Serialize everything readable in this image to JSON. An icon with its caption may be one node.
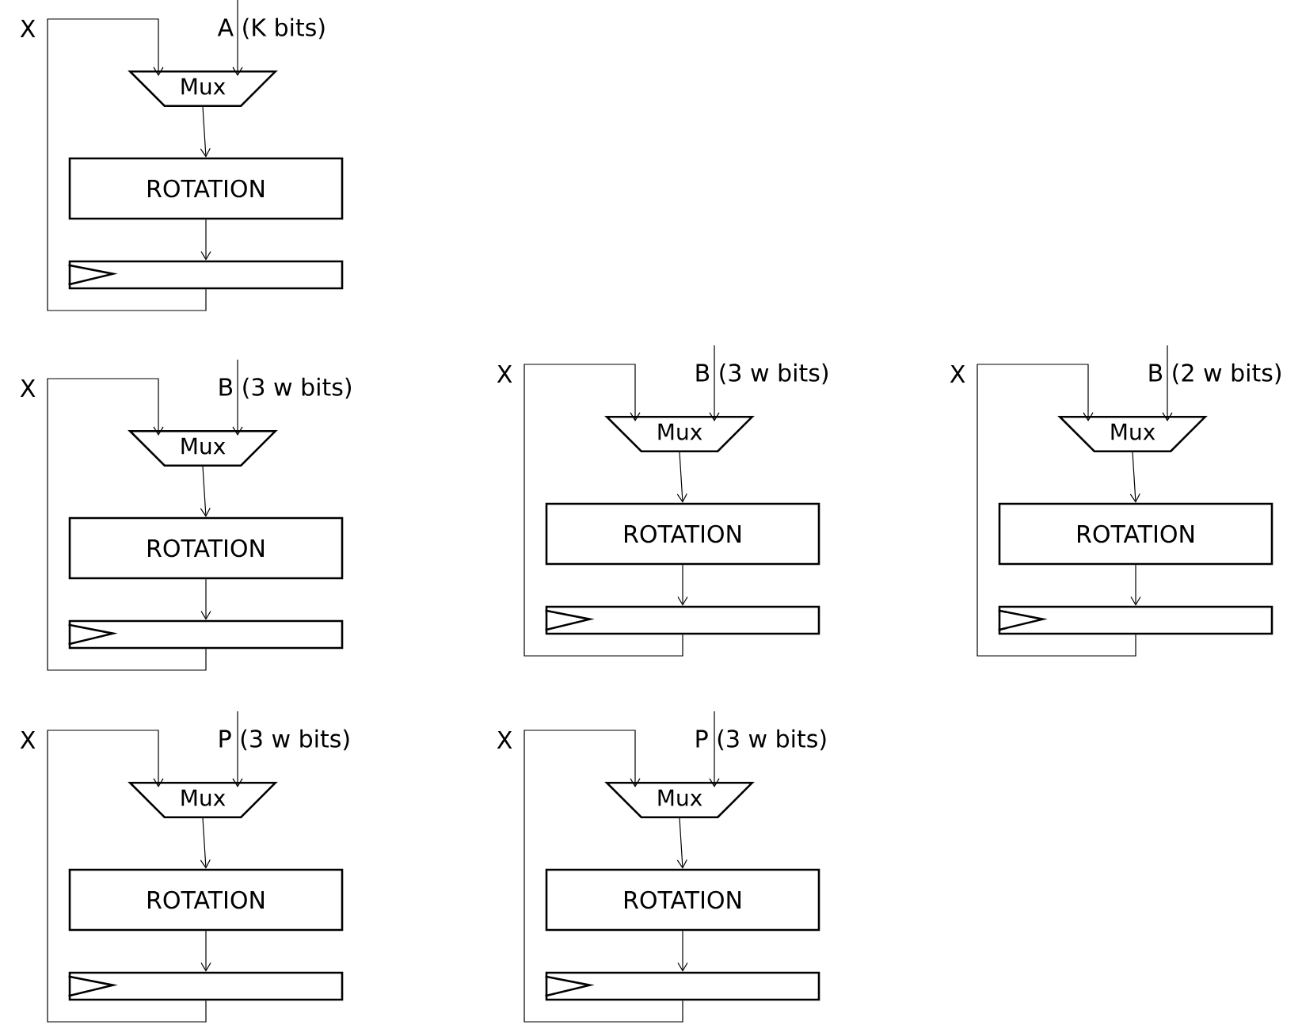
{
  "diagram": {
    "nodes": [
      {
        "text": [
          "A (K bits)"
        ]
      },
      {
        "text": [
          "Mux"
        ]
      },
      {
        "text": [
          "ROTATION"
        ]
      },
      {
        "text": [],
        "shape": "box"
      },
      {
        "text": [
          "B (3 w bits)"
        ]
      },
      {
        "text": [
          "Mux"
        ]
      },
      {
        "text": [
          "ROTATION"
        ]
      },
      {
        "text": [],
        "shape": "box"
      },
      {
        "text": [
          "B (3 w bits)"
        ]
      },
      {
        "text": [
          "Mux"
        ]
      },
      {
        "text": [
          "ROTATION"
        ]
      },
      {
        "text": [],
        "shape": "box"
      },
      {
        "text": [
          "B (2 w bits)"
        ]
      },
      {
        "text": [
          "Mux"
        ]
      },
      {
        "text": [
          "ROTATION"
        ]
      },
      {
        "text": [],
        "shape": "box"
      },
      {
        "text": [
          "P (3 w bits)"
        ]
      },
      {
        "text": [
          "Mux"
        ]
      },
      {
        "text": [
          "ROTATION"
        ]
      },
      {
        "text": [],
        "shape": "box"
      },
      {
        "text": [
          "P (3 w bits)"
        ]
      },
      {
        "text": [
          "Mux"
        ]
      },
      {
        "text": [
          "ROTATION"
        ]
      },
      {
        "text": [],
        "shape": "box"
      }
    ],
    "edges": [
      {
        "from": 0,
        "to": 1,
        "arrow": "to"
      },
      {
        "from": 1,
        "to": 2,
        "arrow": "to"
      },
      {
        "from": 2,
        "to": 3,
        "arrow": "to"
      },
      {
        "from": 3,
        "to": 1,
        "arrow": "to",
        "label": "X"
      },
      {
        "from": 4,
        "to": 5,
        "arrow": "to"
      },
      {
        "from": 5,
        "to": 6,
        "arrow": "to"
      },
      {
        "from": 6,
        "to": 7,
        "arrow": "to"
      },
      {
        "from": 7,
        "to": 5,
        "arrow": "to",
        "label": "X"
      },
      {
        "from": 8,
        "to": 9,
        "arrow": "to"
      },
      {
        "from": 9,
        "to": 10,
        "arrow": "to"
      },
      {
        "from": 10,
        "to": 11,
        "arrow": "to"
      },
      {
        "from": 11,
        "to": 9,
        "arrow": "to",
        "label": "X"
      },
      {
        "from": 12,
        "to": 13,
        "arrow": "to"
      },
      {
        "from": 13,
        "to": 14,
        "arrow": "to"
      },
      {
        "from": 14,
        "to": 15,
        "arrow": "to"
      },
      {
        "from": 15,
        "to": 13,
        "arrow": "to",
        "label": "X"
      },
      {
        "from": 16,
        "to": 17,
        "arrow": "to"
      },
      {
        "from": 17,
        "to": 18,
        "arrow": "to"
      },
      {
        "from": 18,
        "to": 19,
        "arrow": "to"
      },
      {
        "from": 19,
        "to": 17,
        "arrow": "to",
        "label": "X"
      },
      {
        "from": 20,
        "to": 21,
        "arrow": "to"
      },
      {
        "from": 21,
        "to": 22,
        "arrow": "to"
      },
      {
        "from": 22,
        "to": 23,
        "arrow": "to"
      },
      {
        "from": 23,
        "to": 21,
        "arrow": "to",
        "label": "X"
      }
    ]
  }
}
